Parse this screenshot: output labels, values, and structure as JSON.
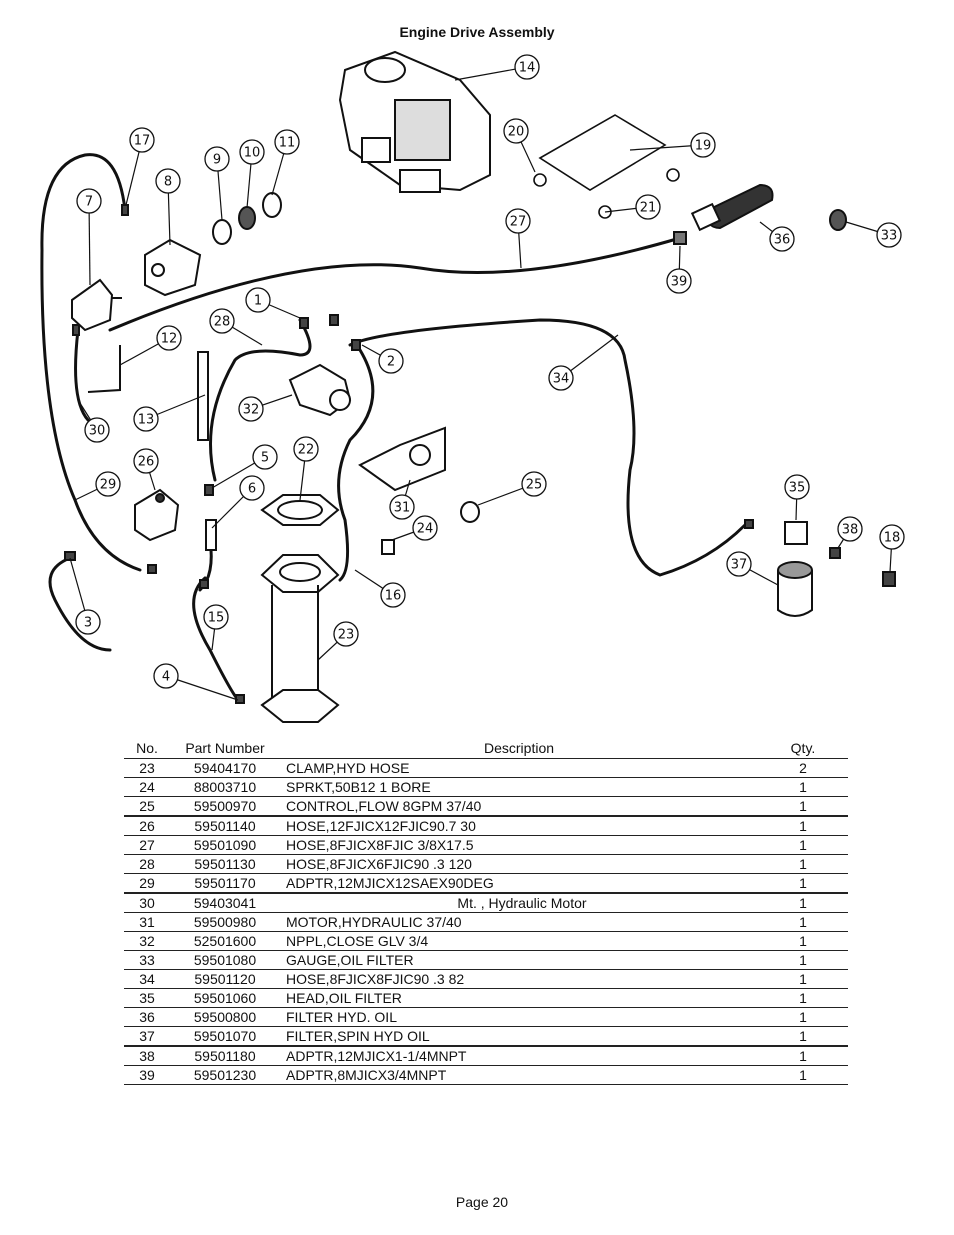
{
  "page_title": "Engine Drive Assembly",
  "footer": "Page 20",
  "callouts": [
    "1",
    "2",
    "3",
    "4",
    "5",
    "6",
    "7",
    "8",
    "9",
    "10",
    "11",
    "12",
    "13",
    "14",
    "15",
    "16",
    "17",
    "18",
    "19",
    "20",
    "21",
    "22",
    "23",
    "24",
    "25",
    "26",
    "27",
    "28",
    "29",
    "30",
    "31",
    "32",
    "33",
    "34",
    "35",
    "36",
    "37",
    "38",
    "39"
  ],
  "table": {
    "headers": {
      "no": "No.",
      "part": "Part Number",
      "desc": "Description",
      "qty": "Qty."
    },
    "rows": [
      {
        "no": "23",
        "part": "59404170",
        "desc": "CLAMP,HYD HOSE",
        "qty": "2"
      },
      {
        "no": "24",
        "part": "88003710",
        "desc": "SPRKT,50B12 1 BORE",
        "qty": "1"
      },
      {
        "no": "25",
        "part": "59500970",
        "desc": "CONTROL,FLOW 8GPM 37/40",
        "qty": "1"
      },
      {
        "no": "26",
        "part": "59501140",
        "desc": "HOSE,12FJICX12FJIC90.7 30",
        "qty": "1"
      },
      {
        "no": "27",
        "part": "59501090",
        "desc": "HOSE,8FJICX8FJIC 3/8X17.5",
        "qty": "1"
      },
      {
        "no": "28",
        "part": "59501130",
        "desc": "HOSE,8FJICX6FJIC90 .3 120",
        "qty": "1"
      },
      {
        "no": "29",
        "part": "59501170",
        "desc": "ADPTR,12MJICX12SAEX90DEG",
        "qty": "1"
      },
      {
        "no": "30",
        "part": "59403041",
        "desc": "Mt. , Hydraulic Motor",
        "qty": "1"
      },
      {
        "no": "31",
        "part": "59500980",
        "desc": "MOTOR,HYDRAULIC 37/40",
        "qty": "1"
      },
      {
        "no": "32",
        "part": "52501600",
        "desc": "NPPL,CLOSE GLV 3/4",
        "qty": "1"
      },
      {
        "no": "33",
        "part": "59501080",
        "desc": "GAUGE,OIL FILTER",
        "qty": "1"
      },
      {
        "no": "34",
        "part": "59501120",
        "desc": "HOSE,8FJICX8FJIC90 .3 82",
        "qty": "1"
      },
      {
        "no": "35",
        "part": "59501060",
        "desc": "HEAD,OIL FILTER",
        "qty": "1"
      },
      {
        "no": "36",
        "part": "59500800",
        "desc": "FILTER HYD. OIL",
        "qty": "1"
      },
      {
        "no": "37",
        "part": "59501070",
        "desc": "FILTER,SPIN HYD OIL",
        "qty": "1"
      },
      {
        "no": "38",
        "part": "59501180",
        "desc": "ADPTR,12MJICX1-1/4MNPT",
        "qty": "1"
      },
      {
        "no": "39",
        "part": "59501230",
        "desc": "ADPTR,8MJICX3/4MNPT",
        "qty": "1"
      }
    ]
  }
}
